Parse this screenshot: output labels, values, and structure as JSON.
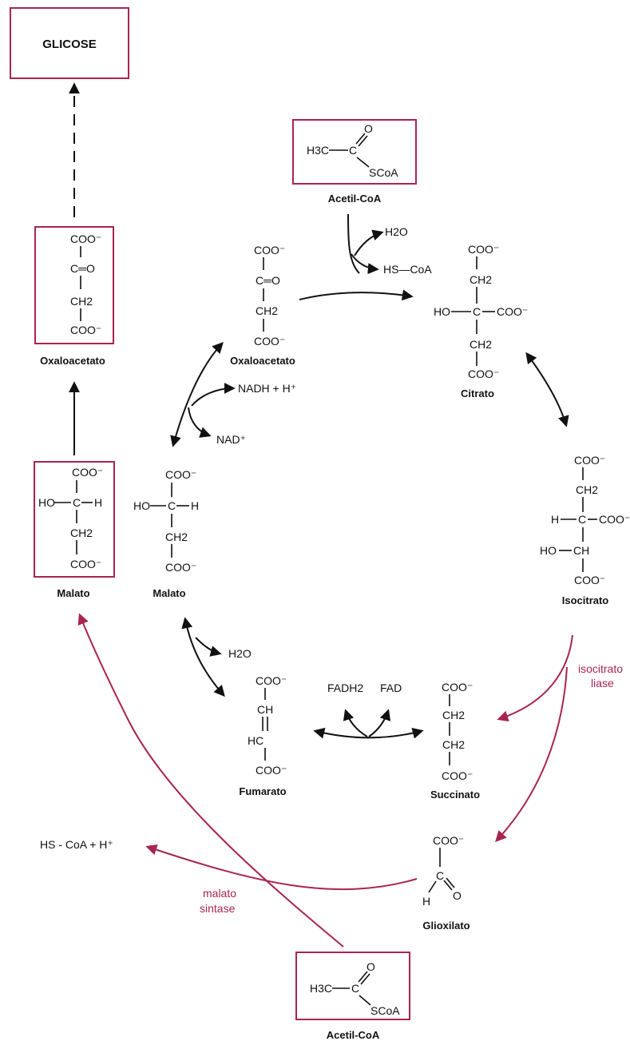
{
  "accent_color": "#a8254f",
  "glucose": {
    "label": "GLICOSE"
  },
  "acetyl_coa_top": {
    "ch3": "H3C",
    "o": "O",
    "scoa": "SCoA",
    "label": "Acetil-CoA"
  },
  "acetyl_coa_bottom": {
    "ch3": "H3C",
    "o": "O",
    "scoa": "SCoA",
    "label": "Acetil-CoA"
  },
  "oxaloacetate_box": {
    "coo_top": "COO⁻",
    "c_keto": "C═O",
    "ch2": "CH2",
    "coo_bottom": "COO⁻",
    "label": "Oxaloacetato"
  },
  "malate_box": {
    "coo_top": "COO⁻",
    "ho": "HO",
    "c": "C",
    "h": "H",
    "ch2": "CH2",
    "coo_bottom": "COO⁻",
    "label": "Malato"
  },
  "oxaloacetate_cycle": {
    "coo_top": "COO⁻",
    "c_keto": "C═O",
    "ch2": "CH2",
    "coo_bottom": "COO⁻",
    "label": "Oxaloacetato"
  },
  "citrate": {
    "coo_top": "COO⁻",
    "ch2_top": "CH2",
    "ho": "HO",
    "c": "C",
    "coo_mid": "COO⁻",
    "ch2_bottom": "CH2",
    "coo_bottom": "COO⁻",
    "label": "Citrato"
  },
  "isocitrate": {
    "coo_top": "COO⁻",
    "ch2": "CH2",
    "h": "H",
    "c": "C",
    "coo_mid": "COO⁻",
    "ho": "HO",
    "ch": "CH",
    "coo_bottom": "COO⁻",
    "label": "Isocitrato"
  },
  "malate_cycle": {
    "coo_top": "COO⁻",
    "ho": "HO",
    "c": "C",
    "h": "H",
    "ch2": "CH2",
    "coo_bottom": "COO⁻",
    "label": "Malato"
  },
  "fumarate": {
    "coo_top": "COO⁻",
    "ch": "CH",
    "hc": "HC",
    "coo_bottom": "COO⁻",
    "label": "Fumarato"
  },
  "succinate": {
    "coo_top": "COO⁻",
    "ch2_top": "CH2",
    "ch2_bottom": "CH2",
    "coo_bottom": "COO⁻",
    "label": "Succinato"
  },
  "glyoxylate": {
    "coo_top": "COO⁻",
    "c": "C",
    "o": "O",
    "h": "H",
    "label": "Glioxilato"
  },
  "cofactors": {
    "h2o_citrate": "H2O",
    "hs_coa_citrate": "HS—CoA",
    "nadh": "NADH + H⁺",
    "nad": "NAD⁺",
    "h2o_fumarate": "H2O",
    "fadh2": "FADH2",
    "fad": "FAD",
    "hs_coa_malate": "HS - CoA + H⁺"
  },
  "enzymes": {
    "isocitrate_lyase_1": "isocitrato",
    "isocitrate_lyase_2": "liase",
    "malate_synthase_1": "malato",
    "malate_synthase_2": "sintase"
  }
}
